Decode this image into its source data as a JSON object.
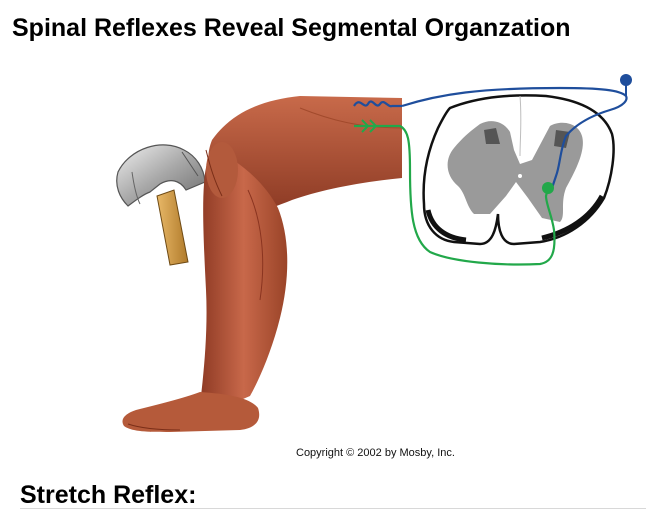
{
  "slide": {
    "title": "Spinal Reflexes Reveal Segmental Organzation",
    "copyright": "Copyright © 2002 by Mosby, Inc.",
    "subtitle": "Stretch Reflex:"
  },
  "colors": {
    "leg": "#b85a3c",
    "afferent": "#1f4e9c",
    "efferent": "#22a84a",
    "gray_matter": "#9a9a9a",
    "cord_outline": "#111111"
  },
  "icons": [
    "hammer-icon",
    "leg-illustration",
    "spinal-cord-cross-section",
    "muscle-spindle-icon",
    "neuromuscular-junction-icon"
  ]
}
